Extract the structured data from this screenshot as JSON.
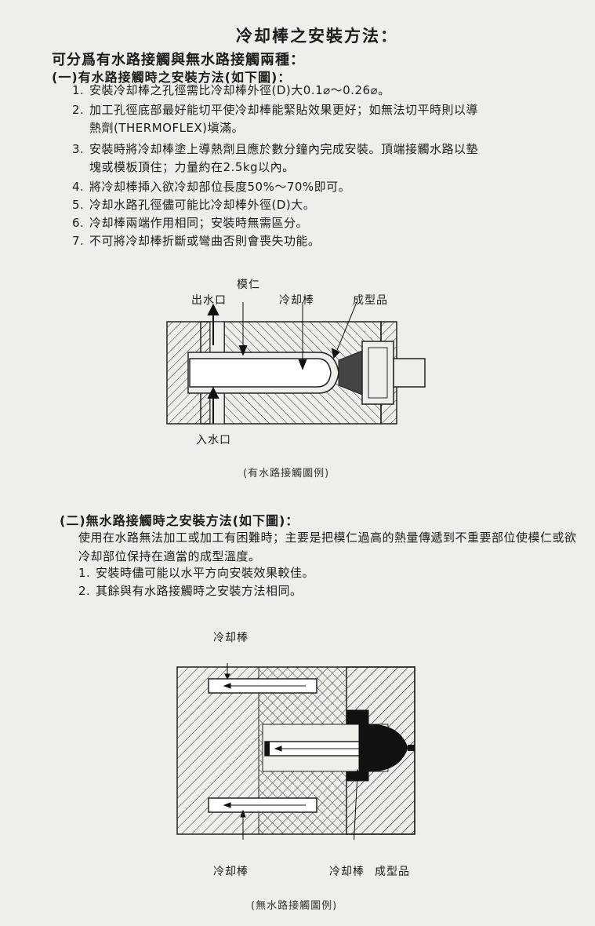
{
  "title": "冷却棒之安裝方法：",
  "subtitle": "可分爲有水路接觸與無水路接觸兩種：",
  "section1": {
    "heading": "(一)有水路接觸時之安裝方法(如下圖)：",
    "items": [
      {
        "num": "1.",
        "text": "安裝冷却棒之孔徑需比冷却棒外徑(D)大0.1⌀～0.26⌀。"
      },
      {
        "num": "2.",
        "text": "加工孔徑底部最好能切平使冷却棒能緊貼效果更好；如無法切平時則以導",
        "cont": "熱劑(THERMOFLEX)塡滿。"
      },
      {
        "num": "3.",
        "text": "安裝時將冷却棒塗上導熱劑且應於數分鐘內完成安裝。頂端接觸水路以墊",
        "cont": "塊或模板頂住；力量約在2.5kg以內。"
      },
      {
        "num": "4.",
        "text": "將冷却棒揷入欲冷却部位長度50%～70%即可。"
      },
      {
        "num": "5.",
        "text": "冷却水路孔徑儘可能比冷却棒外徑(D)大。"
      },
      {
        "num": "6.",
        "text": "冷却棒兩端作用相同；安裝時無需區分。"
      },
      {
        "num": "7.",
        "text": "不可將冷却棒折斷或彎曲否則會喪失功能。"
      }
    ],
    "diagram_labels": {
      "mold_core": "模仁",
      "outlet": "出水口",
      "cooling_rod": "冷却棒",
      "molded_part": "成型品",
      "inlet": "入水口"
    },
    "caption": "(有水路接觸圖例)"
  },
  "section2": {
    "heading": "(二)無水路接觸時之安裝方法(如下圖)：",
    "paragraph": "使用在水路無法加工或加工有困難時；主要是把模仁過高的熱量傳遞到不重要部位使模仁或欲冷却部位保持在適當的成型溫度。",
    "items": [
      {
        "num": "1.",
        "text": "安裝時儘可能以水平方向安裝效果較佳。"
      },
      {
        "num": "2.",
        "text": "其餘與有水路接觸時之安裝方法相同。"
      }
    ],
    "diagram_labels": {
      "cooling_rod_top": "冷却棒",
      "cooling_rod_bottom_left": "冷却棒",
      "cooling_rod_bottom_right": "冷却棒",
      "molded_part": "成型品"
    },
    "caption": "(無水路接觸圖例)"
  }
}
